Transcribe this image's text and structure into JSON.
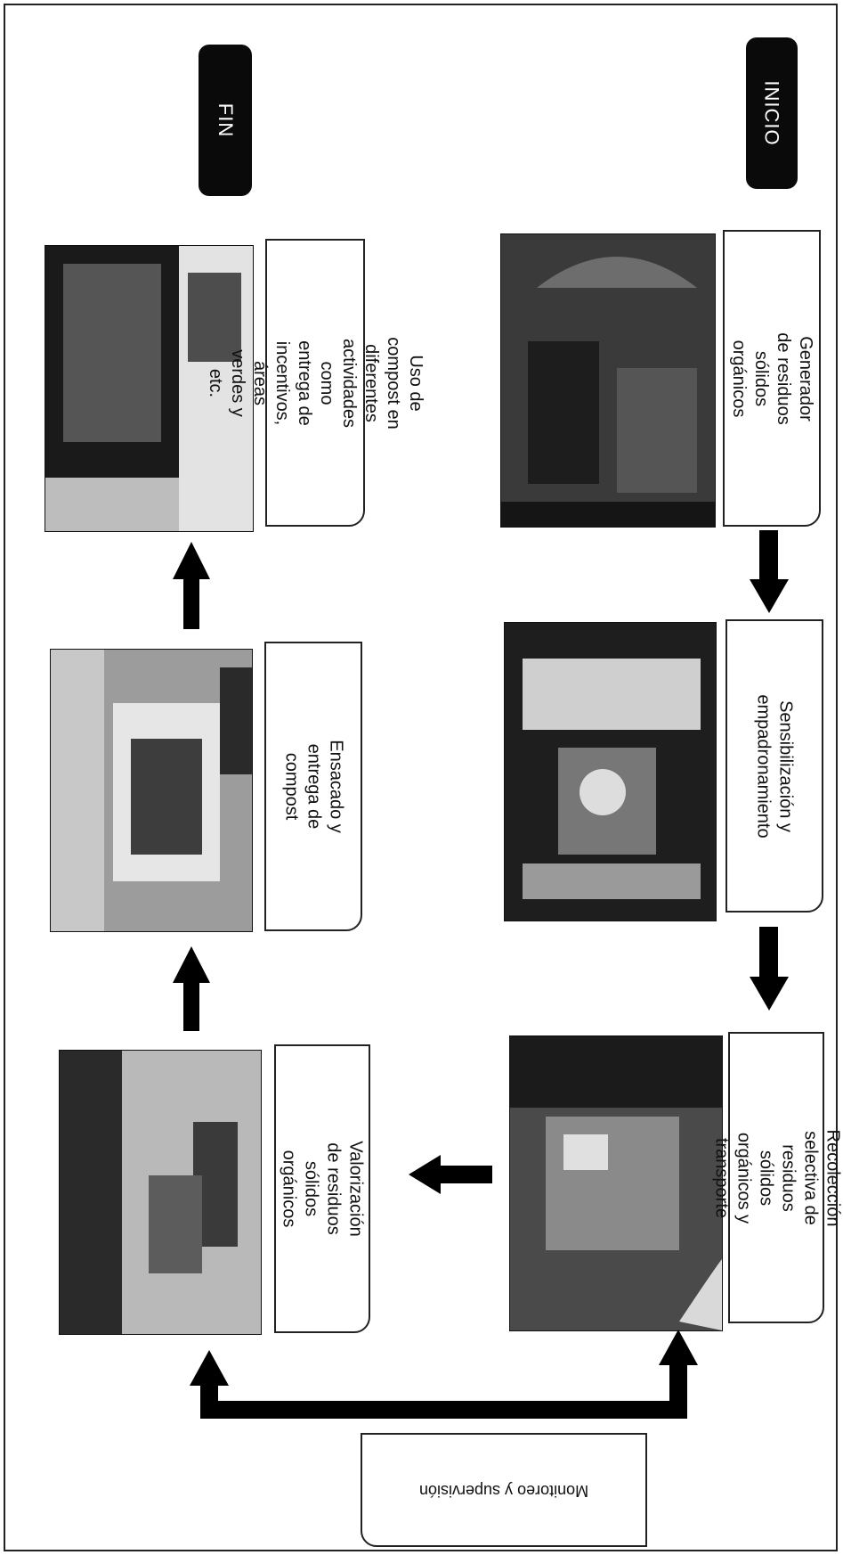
{
  "start_label": "INICIO",
  "end_label": "FIN",
  "steps": [
    {
      "label": "Generador de residuos\nsólidos orgánicos",
      "photo": "vendor market with sun umbrella"
    },
    {
      "label": "Sensibilización y\nempadronamiento",
      "photo": "staff registering households at market stall"
    },
    {
      "label": "Recolección selectiva de\nresiduos sólidos orgánicos y\ntransporte",
      "photo": "organic waste collection truck in market street"
    },
    {
      "label": "Valorización de residuos\nsólidos orgánicos",
      "photo": "composting plant yard"
    },
    {
      "label": "Ensacado y entrega de\ncompost",
      "photo": "compost bagging and delivery at outdoor stand"
    },
    {
      "label": "Uso de compost en diferentes\nactividades como entrega de\nincentivos, áreas verdes y etc.",
      "photo": "community incentive event with banners"
    }
  ],
  "monitoring_label": "Monitoreo y supervisión"
}
